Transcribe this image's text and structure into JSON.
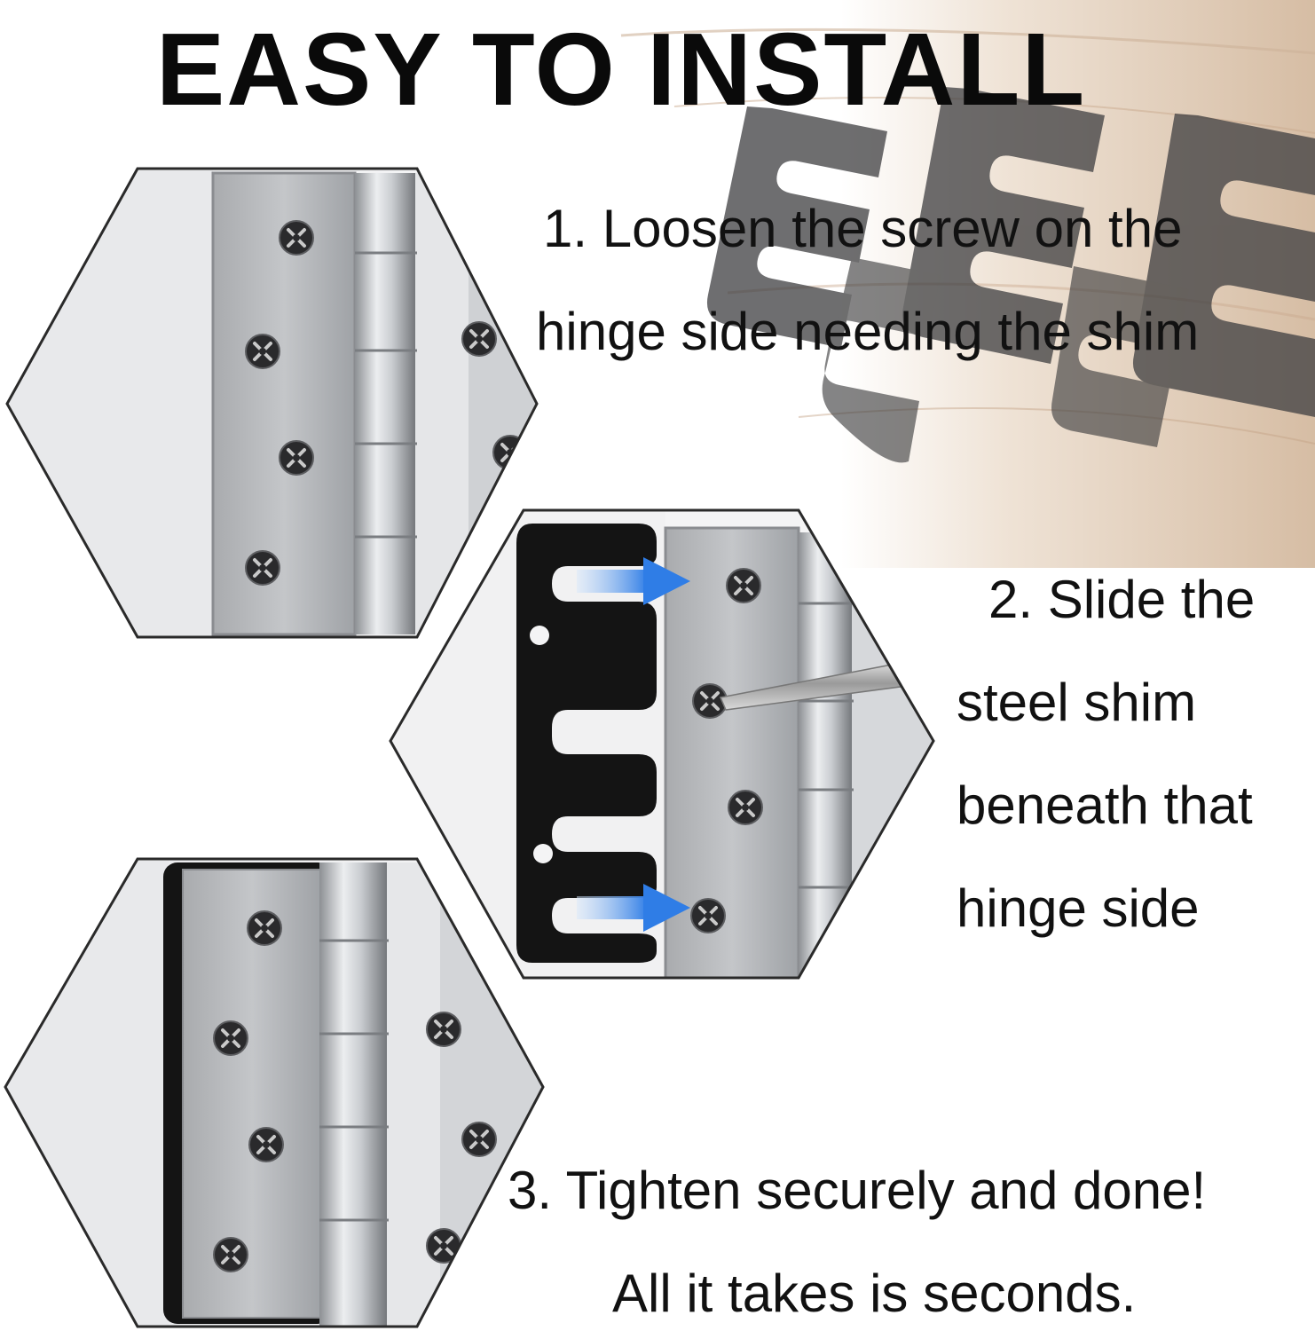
{
  "heading": "EASY TO INSTALL",
  "steps": {
    "step1": {
      "line1": "1. Loosen the screw on the",
      "line2": "hinge side needing the shim"
    },
    "step2": {
      "line1": "2. Slide the",
      "line2": "steel shim",
      "line3": "beneath that",
      "line4": "hinge side"
    },
    "step3": {
      "line1": "3. Tighten securely and done!",
      "line2": "All it takes is seconds."
    }
  },
  "colors": {
    "shim": "#141414",
    "arrow": "#2f7de6",
    "hinge_steel": "#b4b6b9",
    "wood": "#d8c0a8"
  },
  "icons": [
    "hinge-photo",
    "steel-shim",
    "screwdriver",
    "arrow-right-icon",
    "phillips-screw-icon"
  ]
}
